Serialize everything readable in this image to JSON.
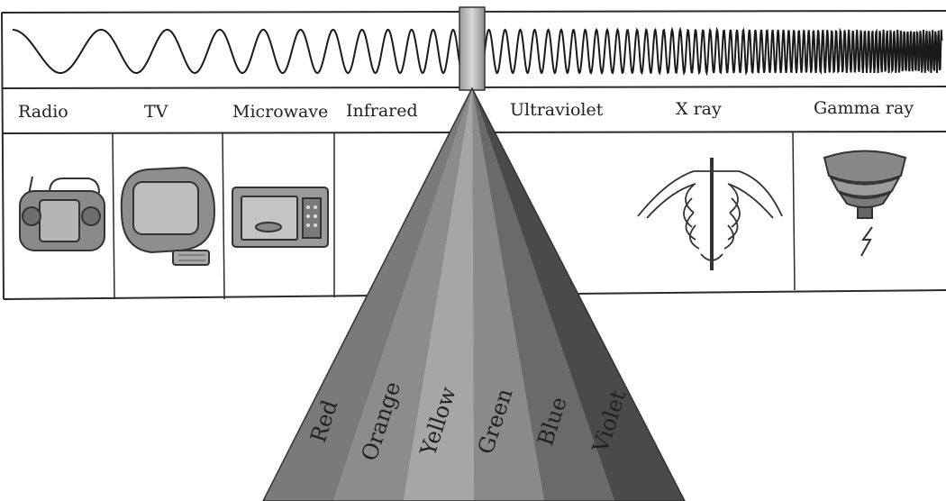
{
  "spectrum": {
    "categories": [
      {
        "id": "radio",
        "label": "Radio",
        "icon": "radio-icon"
      },
      {
        "id": "tv",
        "label": "TV",
        "icon": "tv-icon"
      },
      {
        "id": "microwave",
        "label": "Microwave",
        "icon": "microwave-icon"
      },
      {
        "id": "infrared",
        "label": "Infrared",
        "icon": ""
      },
      {
        "id": "ultraviolet",
        "label": "Ultraviolet",
        "icon": ""
      },
      {
        "id": "xray",
        "label": "X ray",
        "icon": "skeleton-icon"
      },
      {
        "id": "gamma",
        "label": "Gamma ray",
        "icon": "gamma-source-icon"
      }
    ],
    "visible_bands": [
      {
        "label": "Red",
        "color": "#7a7a7a"
      },
      {
        "label": "Orange",
        "color": "#8c8c8c"
      },
      {
        "label": "Yellow",
        "color": "#a6a6a6"
      },
      {
        "label": "Green",
        "color": "#8a8a8a"
      },
      {
        "label": "Blue",
        "color": "#6a6a6a"
      },
      {
        "label": "Violet",
        "color": "#4a4a4a"
      }
    ]
  },
  "colors": {
    "line": "#2a2a2a",
    "wave": "#1a1a1a",
    "background": "#ffffff"
  }
}
